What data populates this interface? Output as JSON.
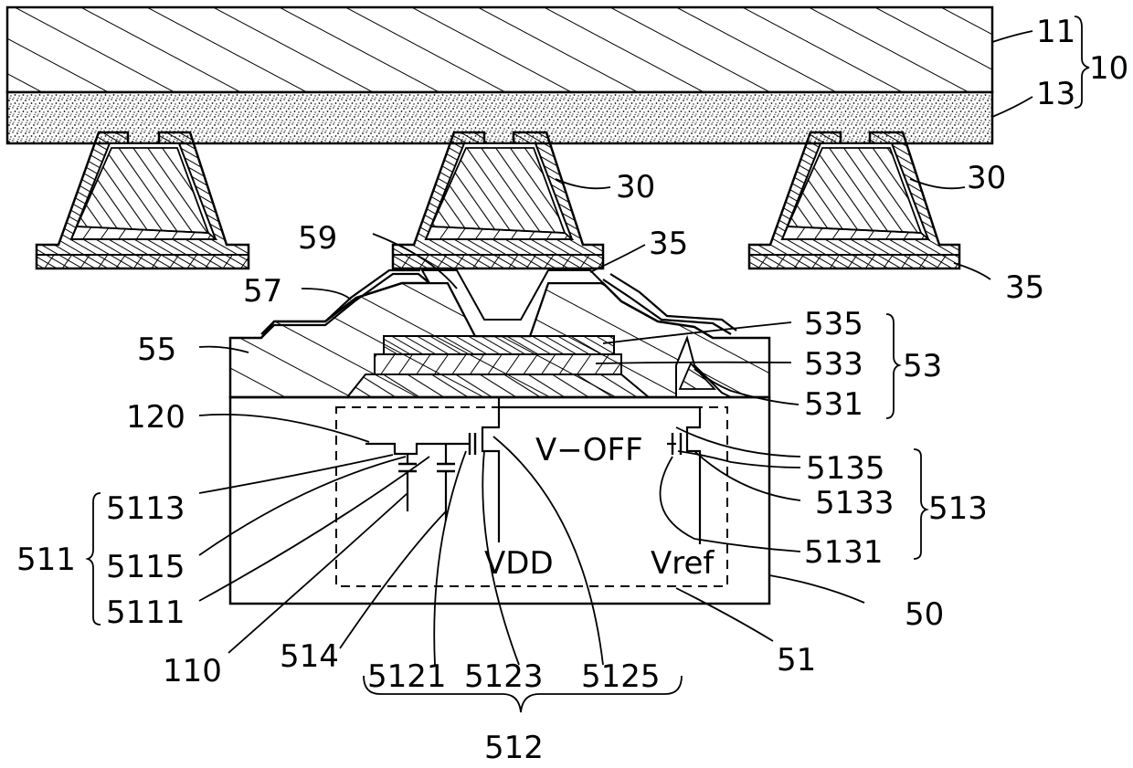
{
  "labels": {
    "l11": "11",
    "l13": "13",
    "l10": "10",
    "l30a": "30",
    "l30b": "30",
    "l35a": "35",
    "l35b": "35",
    "l59": "59",
    "l57": "57",
    "l55": "55",
    "l535": "535",
    "l533": "533",
    "l531": "531",
    "l53": "53",
    "l120": "120",
    "l5113": "5113",
    "l5115": "5115",
    "l5111": "5111",
    "l511": "511",
    "l110": "110",
    "l514": "514",
    "l5121": "5121",
    "l5123": "5123",
    "l5125": "5125",
    "l512": "512",
    "l5135": "5135",
    "l5133": "5133",
    "l5131": "5131",
    "l513": "513",
    "l50": "50",
    "l51": "51",
    "voff": "V−OFF",
    "vdd": "VDD",
    "vref": "Vref"
  },
  "colors": {
    "ink": "#000000",
    "paper": "#ffffff"
  }
}
